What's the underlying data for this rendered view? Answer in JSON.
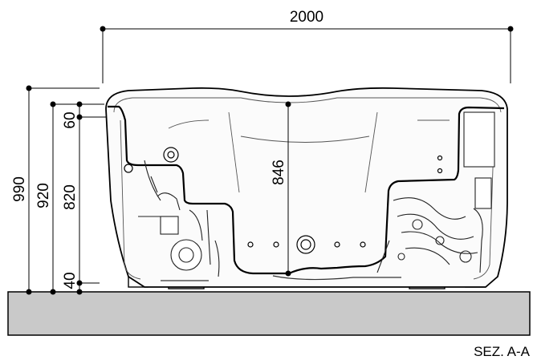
{
  "drawing": {
    "caption": "SEZ. A-A",
    "dimensions": {
      "overall_width": "2000",
      "overall_height": "990",
      "rim_height": "920",
      "top_offset": "60",
      "body_height": "820",
      "base_offset": "40",
      "interior_depth": "846"
    }
  }
}
